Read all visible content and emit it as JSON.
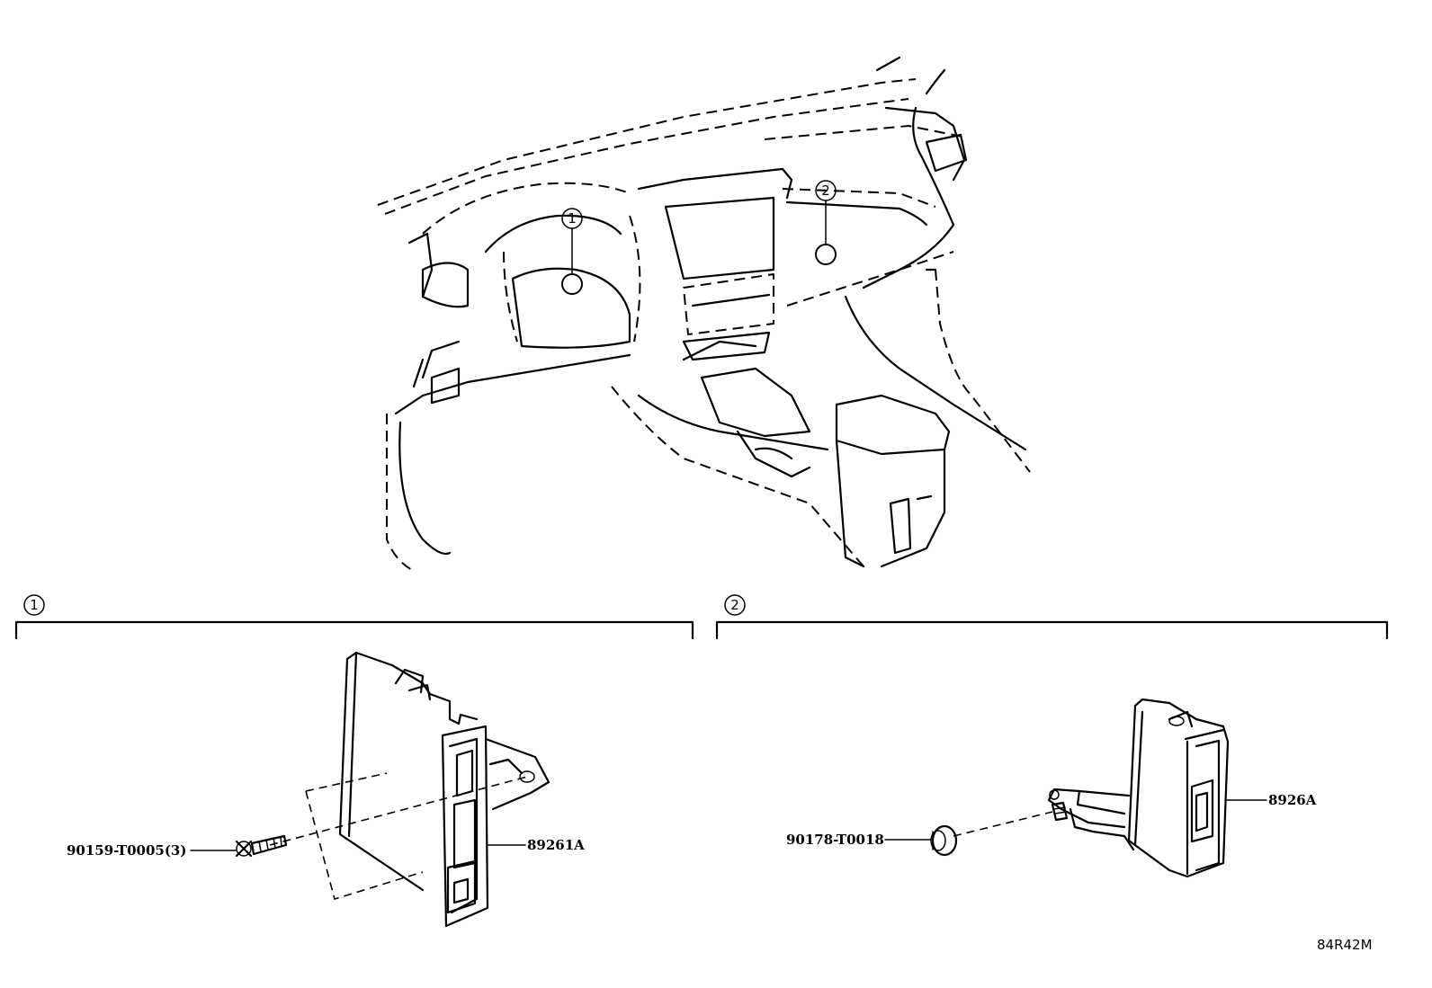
{
  "callouts": [
    {
      "id": "1",
      "symbol": "1"
    },
    {
      "id": "2",
      "symbol": "2"
    }
  ],
  "sections": [
    {
      "id": "1",
      "symbol": "1"
    },
    {
      "id": "2",
      "symbol": "2"
    }
  ],
  "parts": {
    "section1": {
      "bolt": "90159-T0005(3)",
      "module": "89261A"
    },
    "section2": {
      "clip": "90178-T0018",
      "module": "8926A"
    }
  },
  "diagram_code": "84R42M"
}
